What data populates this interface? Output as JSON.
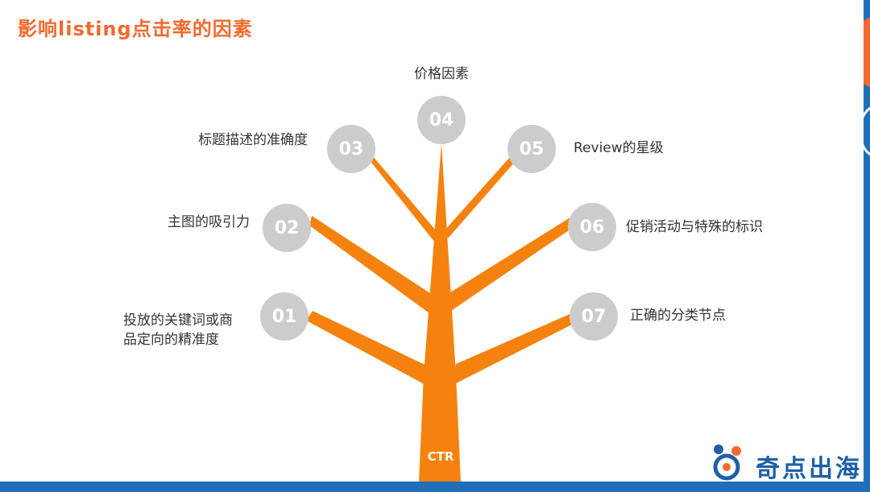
{
  "title": "影响listing点击率的因素",
  "root_label": "CTR",
  "factors": [
    {
      "number": "01",
      "text": "投放的关键词或商\n品定向的精准度"
    },
    {
      "number": "02",
      "text": "主图的吸引力"
    },
    {
      "number": "03",
      "text": "标题描述的准确度"
    },
    {
      "number": "04",
      "text": "价格因素"
    },
    {
      "number": "05",
      "text": "Review的星级"
    },
    {
      "number": "06",
      "text": "促销活动与特殊的标识"
    },
    {
      "number": "07",
      "text": "正确的分类节点"
    }
  ],
  "logo": {
    "text": "奇点出海"
  },
  "colors": {
    "accent": "#f26a2e",
    "trunk": "#f5820f",
    "circle": "#cccccc",
    "frame": "#1f6fb8",
    "logo": "#1f5fa8"
  }
}
